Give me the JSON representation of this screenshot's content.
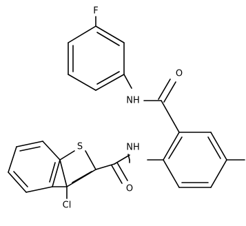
{
  "molecule": {
    "labels": {
      "fluorine": "F",
      "amide_nh_top": "NH",
      "amide_o_top": "O",
      "amide_nh_bottom": "NH",
      "amide_o_bottom": "O",
      "thiophene_s": "S",
      "chlorine": "Cl"
    }
  }
}
